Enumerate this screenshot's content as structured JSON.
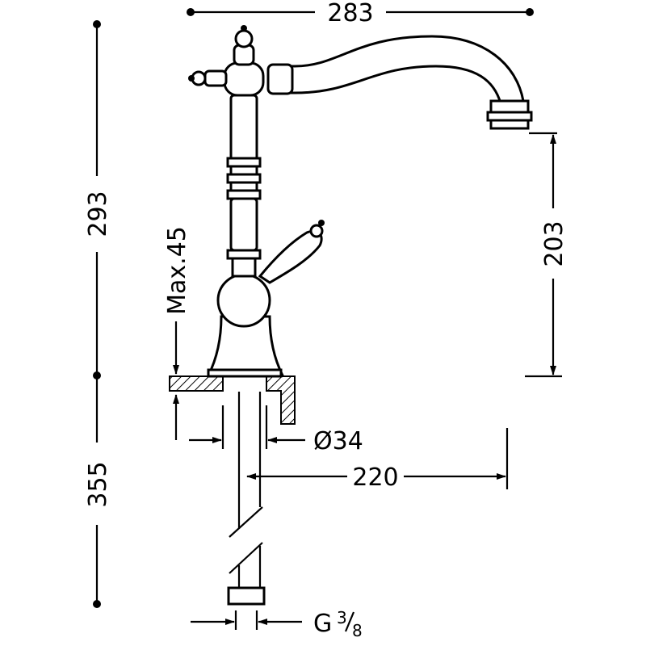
{
  "dimensions": {
    "total_width": "283",
    "upper_height": "293",
    "lower_height": "355",
    "spout_height": "203",
    "max_thickness": "Max.45",
    "hole_diameter": "Ø34",
    "clearance": "220",
    "thread_prefix": "G",
    "thread_num": "3",
    "thread_den": "8"
  }
}
